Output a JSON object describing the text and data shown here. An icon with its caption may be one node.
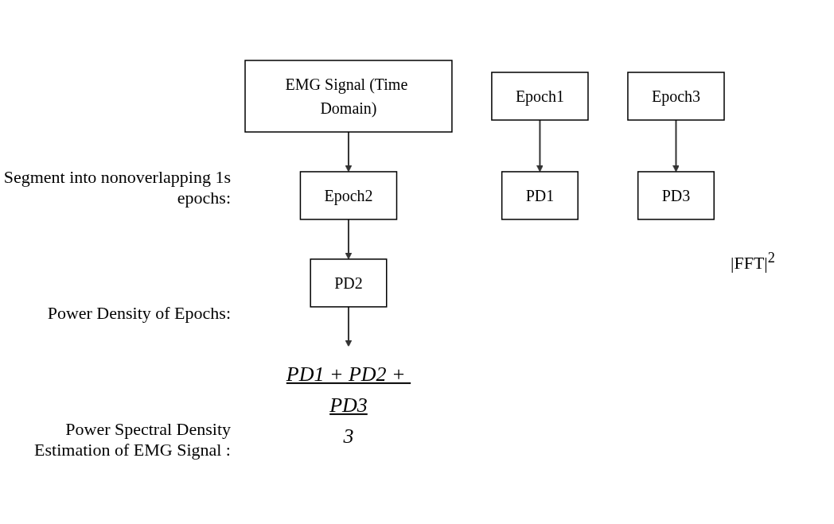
{
  "diagram": {
    "nodes": [
      {
        "text": [
          "EMG Signal (Time Domain)"
        ]
      },
      {
        "text": [
          "Epoch1"
        ]
      },
      {
        "text": [
          "Epoch2"
        ]
      },
      {
        "text": [
          "Epoch3"
        ]
      },
      {
        "text": [
          "PD1"
        ]
      },
      {
        "text": [
          "PD2"
        ]
      },
      {
        "text": [
          "PD3"
        ]
      },
      {
        "text": [
          "PD1 + PD2 + PD3",
          "3"
        ]
      }
    ],
    "edges": [
      {
        "from": 0,
        "to": 2,
        "arrow": "to"
      },
      {
        "from": 1,
        "to": 4,
        "arrow": "to"
      },
      {
        "from": 2,
        "to": 5,
        "arrow": "to"
      },
      {
        "from": 3,
        "to": 6,
        "arrow": "to"
      },
      {
        "from": 5,
        "to": 7,
        "arrow": "to"
      }
    ],
    "labels": [
      "Segment into nonoverlapping 1s epochs:",
      "|FFT|$^{2}$",
      "Power Density of Epochs:",
      "Power Spectral Density Estimation of EMG Signal :"
    ]
  }
}
